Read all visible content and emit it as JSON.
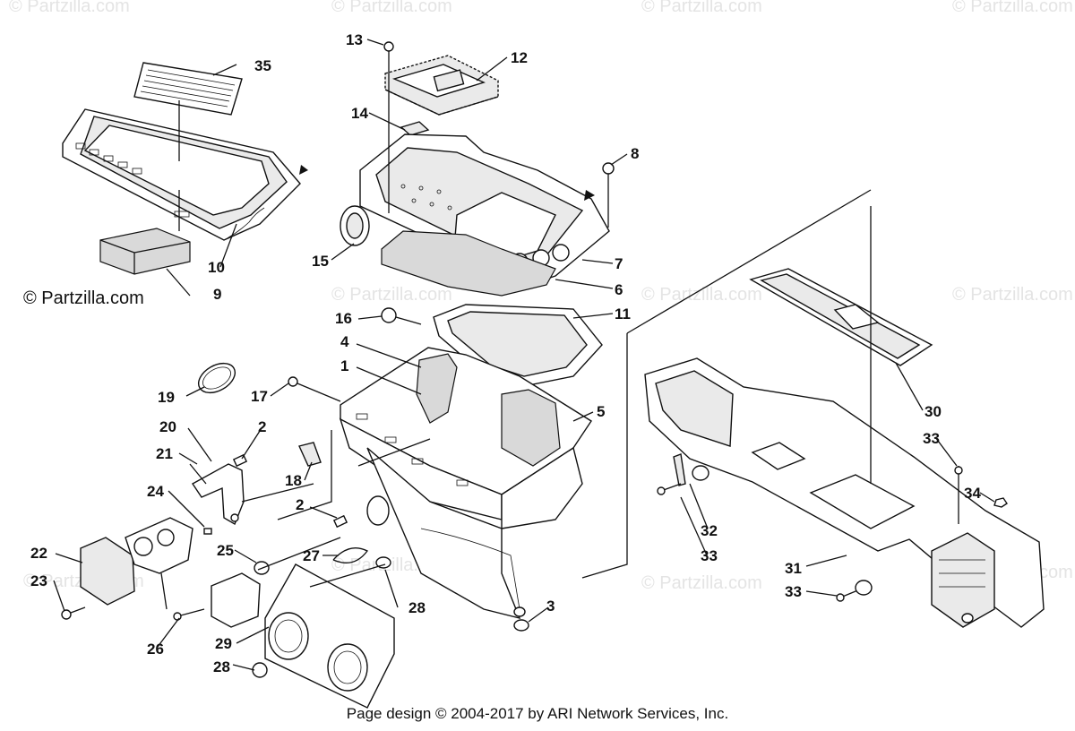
{
  "watermark": "© Partzilla.com",
  "footer": "Page design © 2004-2017 by ARI Network Services, Inc.",
  "callouts": [
    "1",
    "2",
    "2",
    "3",
    "4",
    "5",
    "6",
    "7",
    "8",
    "9",
    "10",
    "11",
    "12",
    "13",
    "14",
    "15",
    "16",
    "17",
    "18",
    "19",
    "20",
    "21",
    "22",
    "23",
    "24",
    "25",
    "26",
    "27",
    "28",
    "28",
    "29",
    "30",
    "31",
    "32",
    "33",
    "33",
    "33",
    "34",
    "35"
  ]
}
